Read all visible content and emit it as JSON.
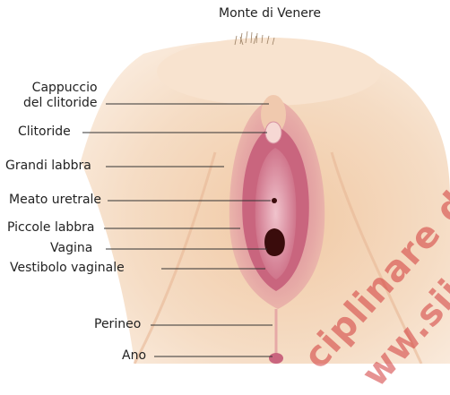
{
  "labels": {
    "monte": "Monte di Venere",
    "cappuccio": "Cappuccio\ndel clitoride",
    "clitoride": "Clitoride",
    "grandi": "Grandi labbra",
    "meato": "Meato uretrale",
    "piccole": "Piccole labbra",
    "vagina": "Vagina",
    "vestibolo": "Vestibolo vaginale",
    "perineo": "Perineo",
    "ano": "Ano"
  },
  "watermark": {
    "line1": "ciplinare di v",
    "line2": "ww.siiv.org"
  },
  "colors": {
    "skin_light": "#f6e0c7",
    "skin_mid": "#efc8a5",
    "labia_outer": "#e6a9a6",
    "labia_inner": "#c9657e",
    "vestibule": "#e8b2bf",
    "opening": "#3a0c0c",
    "watermark": "#d23a3a"
  }
}
